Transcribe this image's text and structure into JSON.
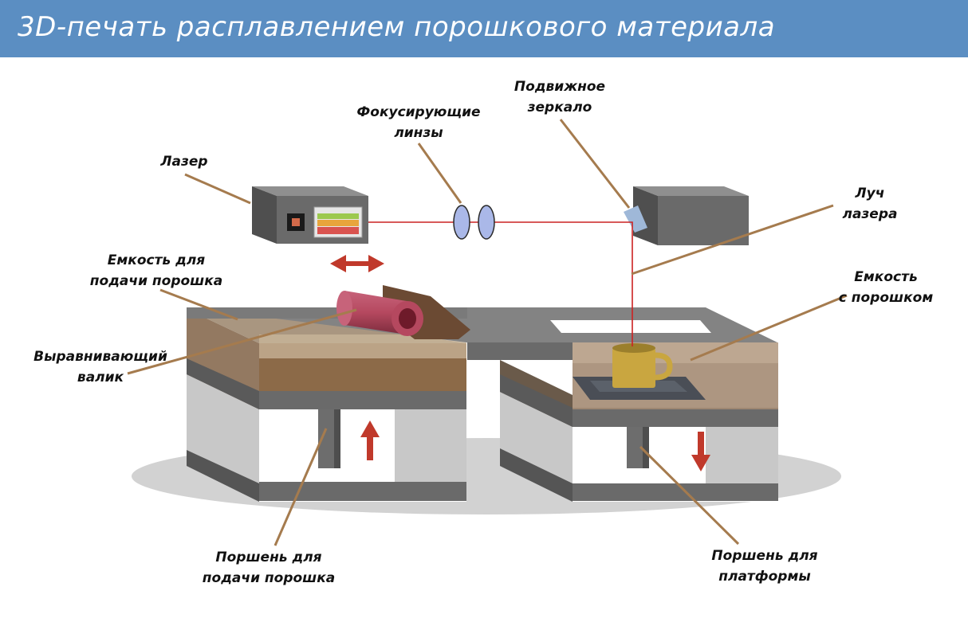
{
  "header": {
    "title": "3D-печать расплавлением порошкового материала"
  },
  "labels": {
    "laser": "Лазер",
    "lens_line1": "Фокусирующие",
    "lens_line2": "линзы",
    "mirror_line1": "Подвижное",
    "mirror_line2": "зеркало",
    "beam_line1": "Луч",
    "beam_line2": "лазера",
    "feed_line1": "Емкость для",
    "feed_line2": "подачи порошка",
    "roller_line1": "Выравнивающий",
    "roller_line2": "валик",
    "powder_line1": "Емкость",
    "powder_line2": "с порошком",
    "feed_piston_line1": "Поршень для",
    "feed_piston_line2": "подачи порошка",
    "platform_piston_line1": "Поршень для",
    "platform_piston_line2": "платформы"
  },
  "colors": {
    "header": "#5b8ec2",
    "laser_beam": "#cc2222",
    "leader_line": "#a57b4e",
    "arrow": "#c0392b",
    "powder": "#8c6a48",
    "roller": "#b5485f",
    "cup": "#c9a640"
  }
}
